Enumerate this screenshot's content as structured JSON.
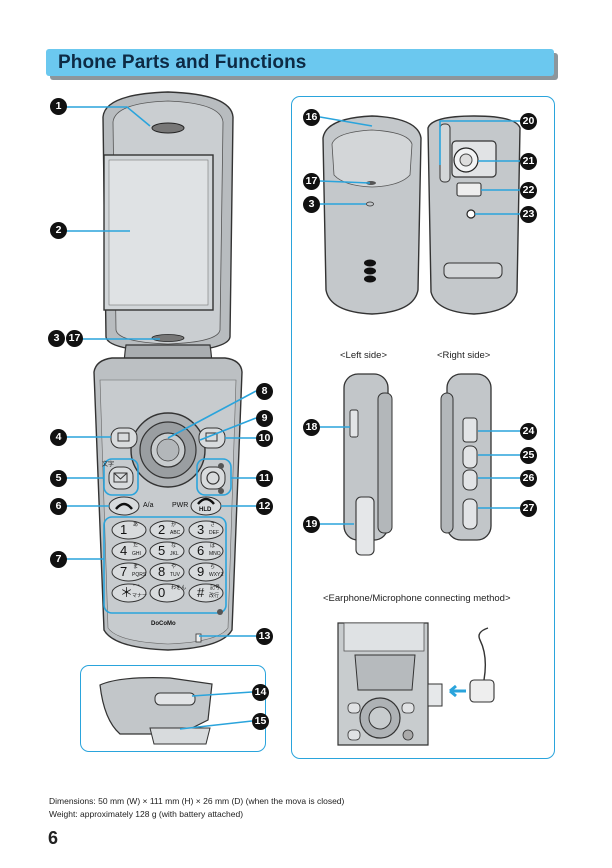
{
  "header": {
    "title": "Phone Parts and Functions"
  },
  "labels": {
    "n1": "1",
    "n2": "2",
    "n3": "3",
    "n4": "4",
    "n5": "5",
    "n6": "6",
    "n7": "7",
    "n8": "8",
    "n9": "9",
    "n10": "10",
    "n11": "11",
    "n12": "12",
    "n13": "13",
    "n14": "14",
    "n15": "15",
    "n16": "16",
    "n17": "17",
    "n18": "18",
    "n19": "19",
    "n20": "20",
    "n21": "21",
    "n22": "22",
    "n23": "23",
    "n24": "24",
    "n25": "25",
    "n26": "26",
    "n27": "27"
  },
  "views": {
    "left_side": "<Left side>",
    "right_side": "<Right side>",
    "earphone": "<Earphone/Microphone connecting method>"
  },
  "phone_keys": {
    "mail_kanji": "文字",
    "aa": "A/a",
    "pwr": "PWR",
    "hld": "HLD",
    "brand": "DoCoMo",
    "keys": [
      {
        "num": "1",
        "kana": "あ",
        "sub": ""
      },
      {
        "num": "2",
        "kana": "か",
        "sub": "ABC"
      },
      {
        "num": "3",
        "kana": "さ",
        "sub": "DEF"
      },
      {
        "num": "4",
        "kana": "た",
        "sub": "GHI"
      },
      {
        "num": "5",
        "kana": "な",
        "sub": "JKL"
      },
      {
        "num": "6",
        "kana": "は",
        "sub": "MNO"
      },
      {
        "num": "7",
        "kana": "ま",
        "sub": "PQRS"
      },
      {
        "num": "8",
        "kana": "や",
        "sub": "TUV"
      },
      {
        "num": "9",
        "kana": "ら",
        "sub": "WXYZ"
      },
      {
        "num": "＊",
        "kana": "゛゜",
        "sub": "マナー"
      },
      {
        "num": "0",
        "kana": "わをん",
        "sub": ""
      },
      {
        "num": "#",
        "kana": "記号",
        "sub": "改行"
      }
    ]
  },
  "footer": {
    "dimensions": "Dimensions: 50 mm (W) × 111 mm (H) × 26 mm (D) (when the mova is closed)",
    "weight": "Weight: approximately 128 g (with battery attached)",
    "page_number": "6"
  }
}
